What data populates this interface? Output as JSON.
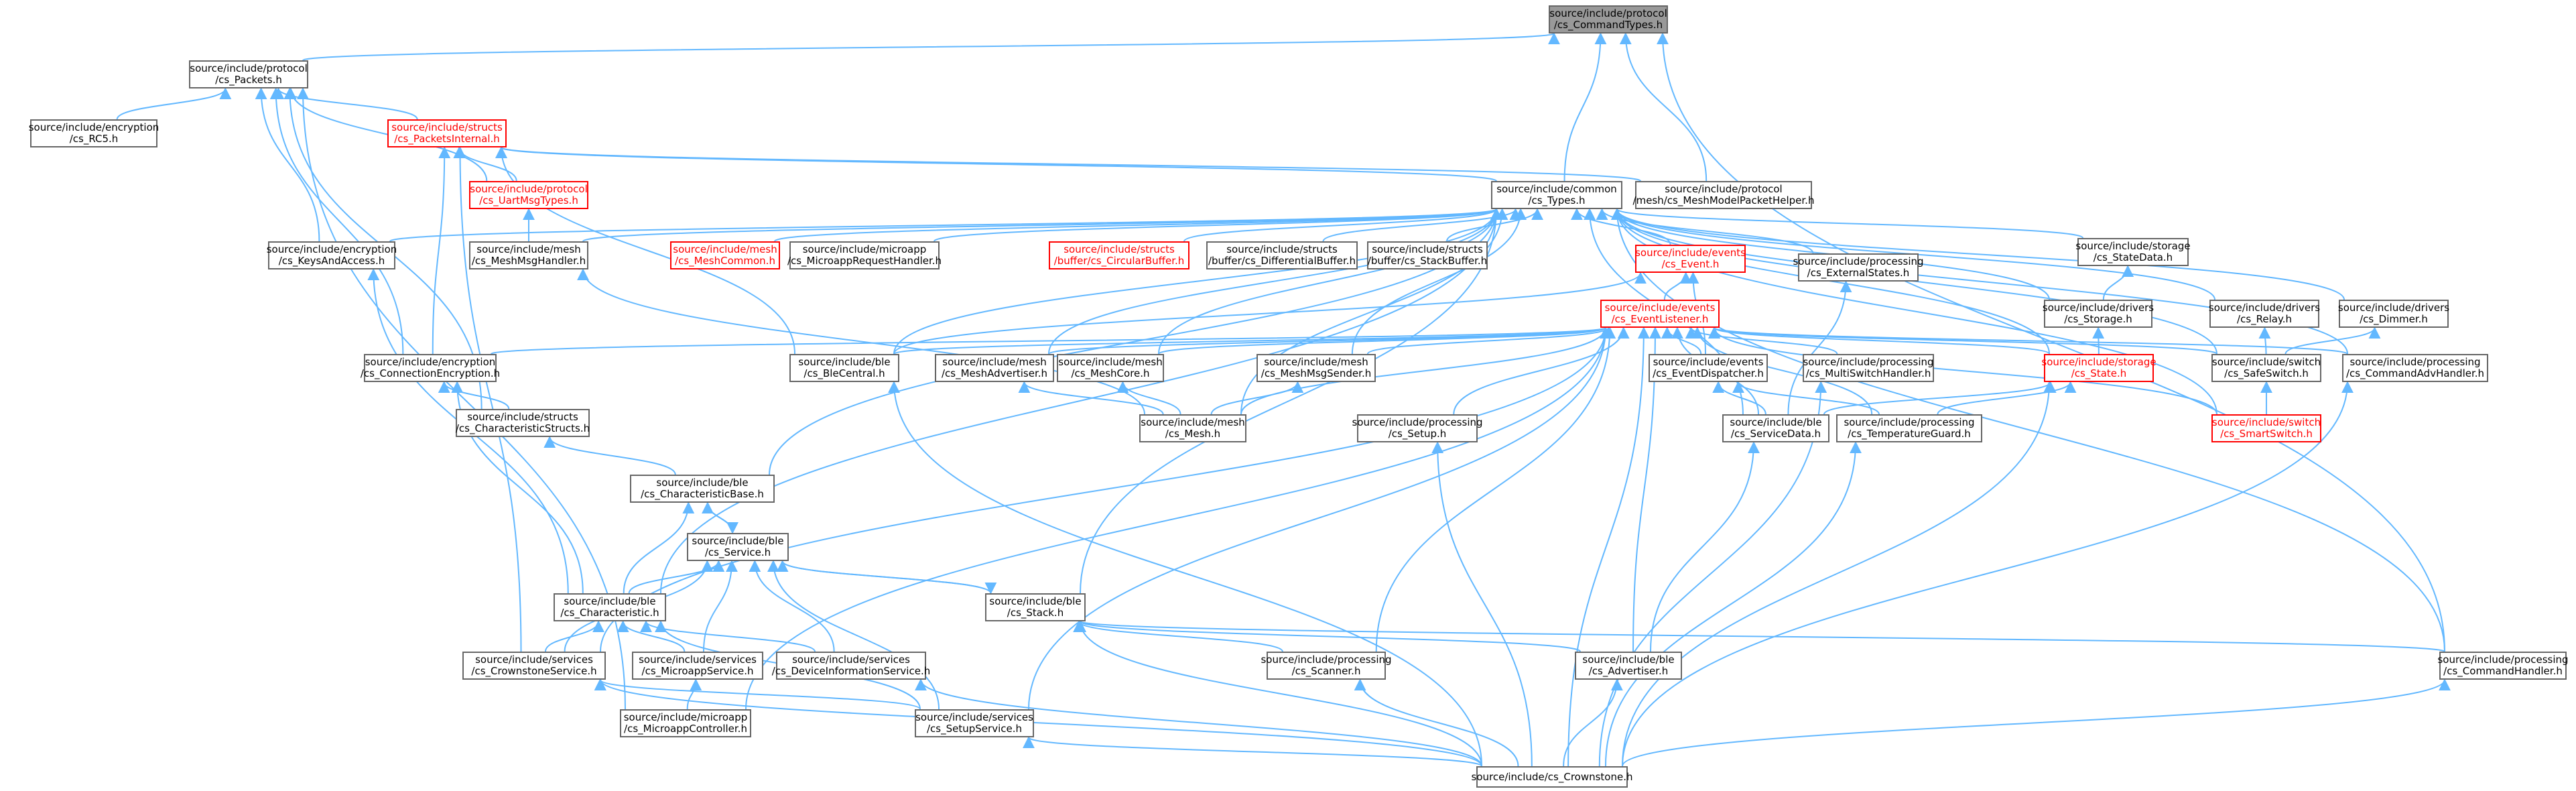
{
  "graph": {
    "edge_color": "#63b8ff",
    "node_border_color": "#666666",
    "highlight_border_color": "#ff0000",
    "root_fill_color": "#999999",
    "nodes": [
      {
        "id": "types_root",
        "label": "source/include/protocol\n/cs_CommandTypes.h",
        "style": "root"
      },
      {
        "id": "packets",
        "label": "source/include/protocol\n/cs_Packets.h",
        "style": "normal"
      },
      {
        "id": "rc5",
        "label": "source/include/encryption\n/cs_RC5.h",
        "style": "normal"
      },
      {
        "id": "packets_internal",
        "label": "source/include/structs\n/cs_PacketsInternal.h",
        "style": "red"
      },
      {
        "id": "uart_msg_types",
        "label": "source/include/protocol\n/cs_UartMsgTypes.h",
        "style": "red"
      },
      {
        "id": "common_types",
        "label": "source/include/common\n/cs_Types.h",
        "style": "normal"
      },
      {
        "id": "mesh_model_packet",
        "label": "source/include/protocol\n/mesh/cs_MeshModelPacketHelper.h",
        "style": "normal"
      },
      {
        "id": "keys_access",
        "label": "source/include/encryption\n/cs_KeysAndAccess.h",
        "style": "normal"
      },
      {
        "id": "mesh_msg_handler",
        "label": "source/include/mesh\n/cs_MeshMsgHandler.h",
        "style": "normal"
      },
      {
        "id": "mesh_common",
        "label": "source/include/mesh\n/cs_MeshCommon.h",
        "style": "red"
      },
      {
        "id": "microapp_request",
        "label": "source/include/microapp\n/cs_MicroappRequestHandler.h",
        "style": "normal"
      },
      {
        "id": "circular_buffer",
        "label": "source/include/structs\n/buffer/cs_CircularBuffer.h",
        "style": "red"
      },
      {
        "id": "differential_buffer",
        "label": "source/include/structs\n/buffer/cs_DifferentialBuffer.h",
        "style": "normal"
      },
      {
        "id": "stack_buffer",
        "label": "source/include/structs\n/buffer/cs_StackBuffer.h",
        "style": "normal"
      },
      {
        "id": "event",
        "label": "source/include/events\n/cs_Event.h",
        "style": "red"
      },
      {
        "id": "external_states",
        "label": "source/include/processing\n/cs_ExternalStates.h",
        "style": "normal"
      },
      {
        "id": "state_data",
        "label": "source/include/storage\n/cs_StateData.h",
        "style": "normal"
      },
      {
        "id": "drivers_storage",
        "label": "source/include/drivers\n/cs_Storage.h",
        "style": "normal"
      },
      {
        "id": "relay",
        "label": "source/include/drivers\n/cs_Relay.h",
        "style": "normal"
      },
      {
        "id": "dimmer",
        "label": "source/include/drivers\n/cs_Dimmer.h",
        "style": "normal"
      },
      {
        "id": "event_listener",
        "label": "source/include/events\n/cs_EventListener.h",
        "style": "red"
      },
      {
        "id": "connection_encryption",
        "label": "source/include/encryption\n/cs_ConnectionEncryption.h",
        "style": "normal"
      },
      {
        "id": "ble_central",
        "label": "source/include/ble\n/cs_BleCentral.h",
        "style": "normal"
      },
      {
        "id": "mesh_advertiser",
        "label": "source/include/mesh\n/cs_MeshAdvertiser.h",
        "style": "normal"
      },
      {
        "id": "mesh_core",
        "label": "source/include/mesh\n/cs_MeshCore.h",
        "style": "normal"
      },
      {
        "id": "mesh_msg_sender",
        "label": "source/include/mesh\n/cs_MeshMsgSender.h",
        "style": "normal"
      },
      {
        "id": "event_dispatcher",
        "label": "source/include/events\n/cs_EventDispatcher.h",
        "style": "normal"
      },
      {
        "id": "multi_switch",
        "label": "source/include/processing\n/cs_MultiSwitchHandler.h",
        "style": "normal"
      },
      {
        "id": "storage_state",
        "label": "source/include/storage\n/cs_State.h",
        "style": "red"
      },
      {
        "id": "safe_switch",
        "label": "source/include/switch\n/cs_SafeSwitch.h",
        "style": "normal"
      },
      {
        "id": "command_adv",
        "label": "source/include/processing\n/cs_CommandAdvHandler.h",
        "style": "normal"
      },
      {
        "id": "characteristic_structs",
        "label": "source/include/structs\n/cs_CharacteristicStructs.h",
        "style": "normal"
      },
      {
        "id": "mesh",
        "label": "source/include/mesh\n/cs_Mesh.h",
        "style": "normal"
      },
      {
        "id": "processing_setup",
        "label": "source/include/processing\n/cs_Setup.h",
        "style": "normal"
      },
      {
        "id": "service_data",
        "label": "source/include/ble\n/cs_ServiceData.h",
        "style": "normal"
      },
      {
        "id": "temperature_guard",
        "label": "source/include/processing\n/cs_TemperatureGuard.h",
        "style": "normal"
      },
      {
        "id": "smart_switch",
        "label": "source/include/switch\n/cs_SmartSwitch.h",
        "style": "red"
      },
      {
        "id": "characteristic_base",
        "label": "source/include/ble\n/cs_CharacteristicBase.h",
        "style": "normal"
      },
      {
        "id": "ble_service",
        "label": "source/include/ble\n/cs_Service.h",
        "style": "normal"
      },
      {
        "id": "characteristic",
        "label": "source/include/ble\n/cs_Characteristic.h",
        "style": "normal"
      },
      {
        "id": "ble_stack",
        "label": "source/include/ble\n/cs_Stack.h",
        "style": "normal"
      },
      {
        "id": "crownstone_service",
        "label": "source/include/services\n/cs_CrownstoneService.h",
        "style": "normal"
      },
      {
        "id": "microapp_service",
        "label": "source/include/services\n/cs_MicroappService.h",
        "style": "normal"
      },
      {
        "id": "device_info_service",
        "label": "source/include/services\n/cs_DeviceInformationService.h",
        "style": "normal"
      },
      {
        "id": "processing_scanner",
        "label": "source/include/processing\n/cs_Scanner.h",
        "style": "normal"
      },
      {
        "id": "advertiser",
        "label": "source/include/ble\n/cs_Advertiser.h",
        "style": "normal"
      },
      {
        "id": "command_handler",
        "label": "source/include/processing\n/cs_CommandHandler.h",
        "style": "normal"
      },
      {
        "id": "microapp_controller",
        "label": "source/include/microapp\n/cs_MicroappController.h",
        "style": "normal"
      },
      {
        "id": "setup_service",
        "label": "source/include/services\n/cs_SetupService.h",
        "style": "normal"
      },
      {
        "id": "crownstone",
        "label": "source/include/cs_Crownstone.h",
        "style": "normal"
      }
    ],
    "edges": [
      [
        "types_root",
        "packets"
      ],
      [
        "types_root",
        "common_types"
      ],
      [
        "types_root",
        "mesh_model_packet"
      ],
      [
        "types_root",
        "command_handler"
      ],
      [
        "packets",
        "rc5"
      ],
      [
        "packets",
        "packets_internal"
      ],
      [
        "packets",
        "uart_msg_types"
      ],
      [
        "packets",
        "keys_access"
      ],
      [
        "packets",
        "connection_encryption"
      ],
      [
        "packets",
        "characteristic_structs"
      ],
      [
        "packets",
        "microapp_controller"
      ],
      [
        "packets_internal",
        "uart_msg_types"
      ],
      [
        "packets_internal",
        "common_types"
      ],
      [
        "packets_internal",
        "mesh_model_packet"
      ],
      [
        "packets_internal",
        "connection_encryption"
      ],
      [
        "packets_internal",
        "ble_central"
      ],
      [
        "packets_internal",
        "crownstone_service"
      ],
      [
        "uart_msg_types",
        "mesh_msg_handler"
      ],
      [
        "common_types",
        "keys_access"
      ],
      [
        "common_types",
        "mesh_msg_handler"
      ],
      [
        "common_types",
        "mesh_common"
      ],
      [
        "common_types",
        "microapp_request"
      ],
      [
        "common_types",
        "circular_buffer"
      ],
      [
        "common_types",
        "differential_buffer"
      ],
      [
        "common_types",
        "stack_buffer"
      ],
      [
        "common_types",
        "event"
      ],
      [
        "common_types",
        "external_states"
      ],
      [
        "common_types",
        "state_data"
      ],
      [
        "common_types",
        "drivers_storage"
      ],
      [
        "common_types",
        "relay"
      ],
      [
        "common_types",
        "dimmer"
      ],
      [
        "common_types",
        "safe_switch"
      ],
      [
        "common_types",
        "smart_switch"
      ],
      [
        "common_types",
        "command_adv"
      ],
      [
        "common_types",
        "command_handler"
      ],
      [
        "common_types",
        "ble_central"
      ],
      [
        "common_types",
        "mesh_advertiser"
      ],
      [
        "common_types",
        "mesh_core"
      ],
      [
        "common_types",
        "mesh_msg_sender"
      ],
      [
        "common_types",
        "mesh"
      ],
      [
        "common_types",
        "service_data"
      ],
      [
        "common_types",
        "characteristic_base"
      ],
      [
        "common_types",
        "characteristic"
      ],
      [
        "common_types",
        "ble_stack"
      ],
      [
        "common_types",
        "storage_state"
      ],
      [
        "event",
        "event_listener"
      ],
      [
        "event",
        "ble_central"
      ],
      [
        "event",
        "event_dispatcher"
      ],
      [
        "event_listener",
        "connection_encryption"
      ],
      [
        "event_listener",
        "ble_central"
      ],
      [
        "event_listener",
        "mesh_advertiser"
      ],
      [
        "event_listener",
        "mesh_core"
      ],
      [
        "event_listener",
        "mesh_msg_sender"
      ],
      [
        "event_listener",
        "event_dispatcher"
      ],
      [
        "event_listener",
        "multi_switch"
      ],
      [
        "event_listener",
        "storage_state"
      ],
      [
        "event_listener",
        "safe_switch"
      ],
      [
        "event_listener",
        "command_adv"
      ],
      [
        "event_listener",
        "mesh"
      ],
      [
        "event_listener",
        "processing_setup"
      ],
      [
        "event_listener",
        "service_data"
      ],
      [
        "event_listener",
        "temperature_guard"
      ],
      [
        "event_listener",
        "smart_switch"
      ],
      [
        "event_listener",
        "crownstone_service"
      ],
      [
        "event_listener",
        "processing_scanner"
      ],
      [
        "event_listener",
        "advertiser"
      ],
      [
        "event_listener",
        "microapp_controller"
      ],
      [
        "event_listener",
        "setup_service"
      ],
      [
        "event_listener",
        "crownstone"
      ],
      [
        "external_states",
        "service_data"
      ],
      [
        "state_data",
        "drivers_storage"
      ],
      [
        "drivers_storage",
        "storage_state"
      ],
      [
        "relay",
        "safe_switch"
      ],
      [
        "dimmer",
        "safe_switch"
      ],
      [
        "safe_switch",
        "smart_switch"
      ],
      [
        "storage_state",
        "service_data"
      ],
      [
        "storage_state",
        "temperature_guard"
      ],
      [
        "storage_state",
        "crownstone"
      ],
      [
        "event_dispatcher",
        "service_data"
      ],
      [
        "event_dispatcher",
        "temperature_guard"
      ],
      [
        "multi_switch",
        "crownstone"
      ],
      [
        "command_adv",
        "crownstone"
      ],
      [
        "mesh_msg_handler",
        "mesh"
      ],
      [
        "mesh_advertiser",
        "mesh"
      ],
      [
        "mesh_core",
        "mesh"
      ],
      [
        "mesh_msg_sender",
        "mesh"
      ],
      [
        "keys_access",
        "characteristic"
      ],
      [
        "connection_encryption",
        "characteristic_structs"
      ],
      [
        "connection_encryption",
        "characteristic"
      ],
      [
        "characteristic_structs",
        "characteristic_base"
      ],
      [
        "characteristic_base",
        "ble_service"
      ],
      [
        "characteristic_base",
        "characteristic"
      ],
      [
        "ble_service",
        "characteristic_base"
      ],
      [
        "ble_service",
        "characteristic"
      ],
      [
        "ble_service",
        "ble_stack"
      ],
      [
        "ble_service",
        "crownstone_service"
      ],
      [
        "ble_service",
        "microapp_service"
      ],
      [
        "ble_service",
        "device_info_service"
      ],
      [
        "ble_service",
        "setup_service"
      ],
      [
        "characteristic",
        "crownstone_service"
      ],
      [
        "characteristic",
        "microapp_service"
      ],
      [
        "characteristic",
        "device_info_service"
      ],
      [
        "characteristic",
        "setup_service"
      ],
      [
        "ble_stack",
        "ble_service"
      ],
      [
        "ble_stack",
        "processing_scanner"
      ],
      [
        "ble_stack",
        "advertiser"
      ],
      [
        "ble_stack",
        "command_handler"
      ],
      [
        "ble_stack",
        "crownstone"
      ],
      [
        "ble_central",
        "crownstone"
      ],
      [
        "service_data",
        "advertiser"
      ],
      [
        "temperature_guard",
        "crownstone"
      ],
      [
        "crownstone_service",
        "setup_service"
      ],
      [
        "crownstone_service",
        "crownstone"
      ],
      [
        "microapp_service",
        "microapp_controller"
      ],
      [
        "device_info_service",
        "crownstone"
      ],
      [
        "processing_scanner",
        "crownstone"
      ],
      [
        "advertiser",
        "crownstone"
      ],
      [
        "command_handler",
        "crownstone"
      ],
      [
        "setup_service",
        "crownstone"
      ],
      [
        "processing_setup",
        "crownstone"
      ]
    ]
  }
}
